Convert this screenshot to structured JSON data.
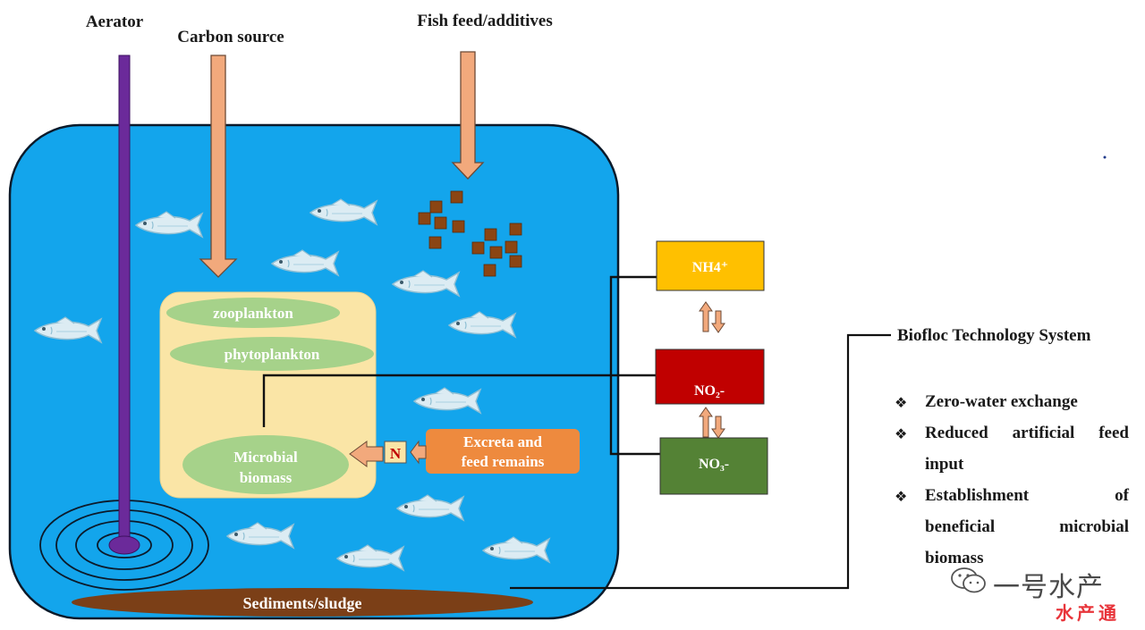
{
  "labels": {
    "aerator": "Aerator",
    "carbon_source": "Carbon source",
    "fish_feed": "Fish feed/additives",
    "zooplankton": "zooplankton",
    "phytoplankton": "phytoplankton",
    "microbial_line1": "Microbial",
    "microbial_line2": "biomass",
    "n_box": "N",
    "excreta_line1": "Excreta and",
    "excreta_line2": "feed remains",
    "sediments": "Sediments/sludge",
    "nh4": "NH4⁺",
    "no2": "NO₂-",
    "no3": "NO₃-"
  },
  "system": {
    "title": "Biofloc Technology System",
    "bullets": [
      {
        "lines": [
          "Zero-water exchange"
        ]
      },
      {
        "lines": [
          "Reduced artificial feed",
          "input"
        ]
      },
      {
        "lines": [
          "Establishment of",
          "beneficial microbial",
          "biomass"
        ]
      }
    ]
  },
  "watermark": {
    "brand": "一号水产",
    "sub": "水产通"
  },
  "colors": {
    "water": "#13a5ec",
    "pond_border": "#0c1a2a",
    "arrow_fill": "#f2a97c",
    "aerator": "#6b2a9a",
    "inner_box": "#fae5a6",
    "ellipse": "#a6d28a",
    "excreta": "#ee8a3e",
    "nh4": "#ffc000",
    "no2": "#c00000",
    "no3": "#548235",
    "sediment": "#7b3f17",
    "feed": "#8b4513"
  }
}
